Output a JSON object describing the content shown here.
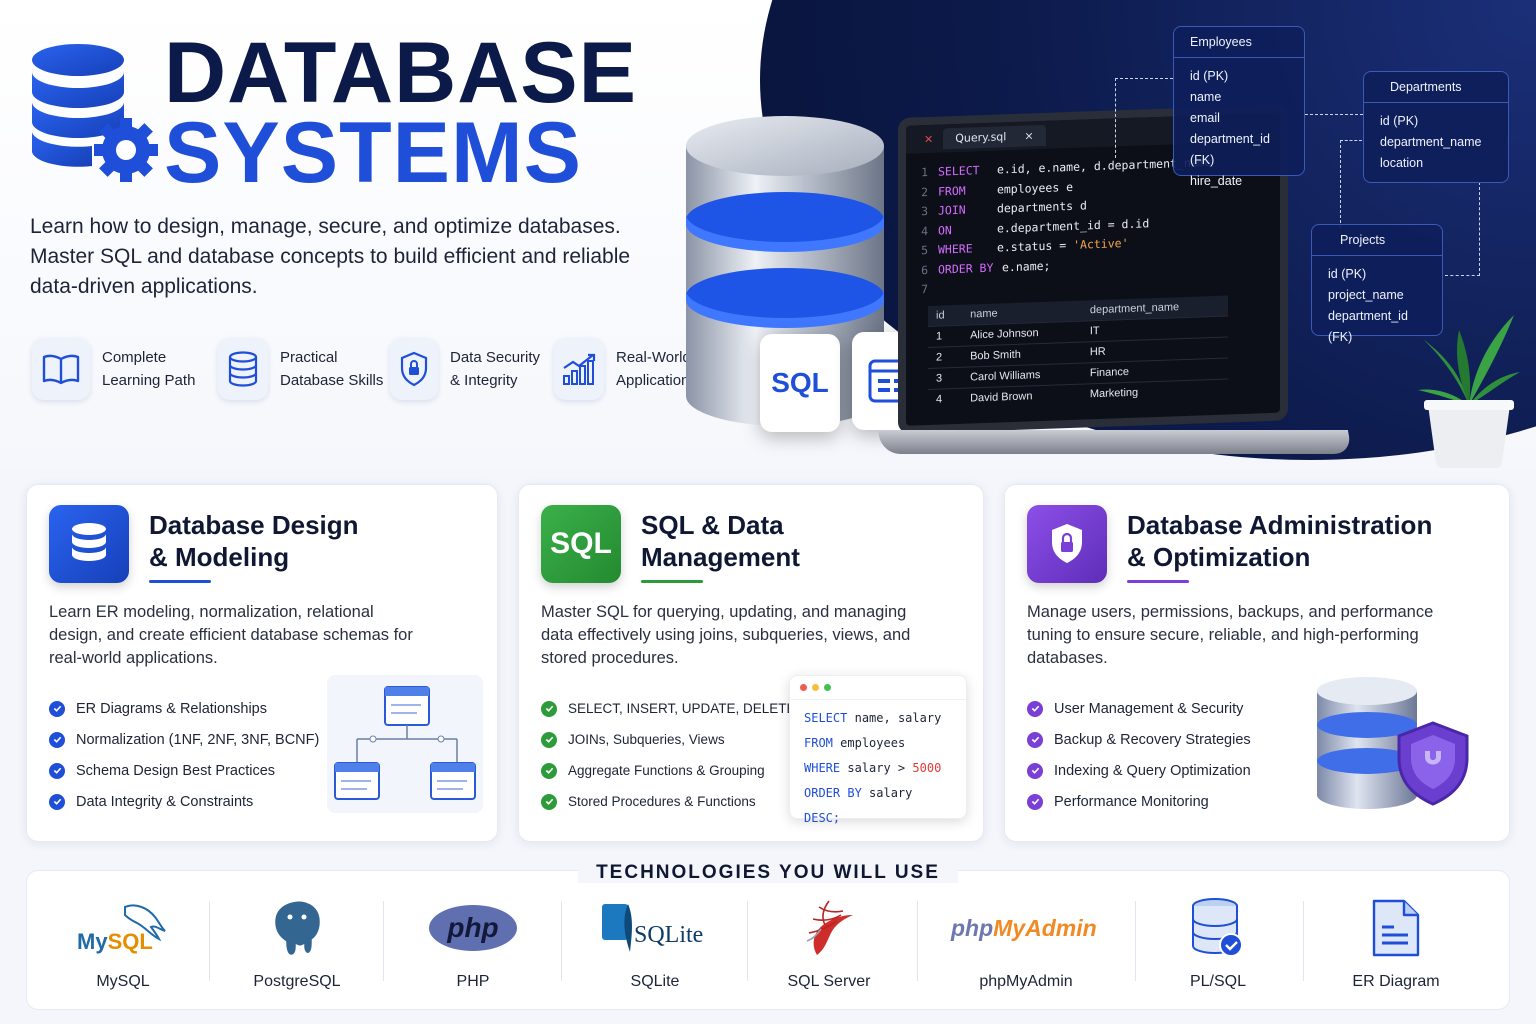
{
  "hero": {
    "title_line1": "DATABASE",
    "title_line2": "SYSTEMS",
    "description": "Learn how to design, manage, secure, and optimize databases. Master SQL and database concepts to build efficient and reliable data-driven applications.",
    "features": [
      {
        "label": "Complete\nLearning Path",
        "icon": "book-icon"
      },
      {
        "label": "Practical\nDatabase Skills",
        "icon": "database-icon"
      },
      {
        "label": "Data Security\n& Integrity",
        "icon": "shield-lock-icon"
      },
      {
        "label": "Real-World\nApplications",
        "icon": "chart-growth-icon"
      }
    ],
    "tiles": {
      "sql": "SQL"
    }
  },
  "editor": {
    "tab_label": "Query.sql",
    "tab_close": "×",
    "line_numbers": [
      "1",
      "2",
      "3",
      "4",
      "5",
      "6",
      "7"
    ],
    "code": [
      {
        "kw": "SELECT",
        "rest": "e.id, e.name, d.department_name"
      },
      {
        "kw": "FROM",
        "rest": "employees e"
      },
      {
        "kw": "JOIN",
        "rest": "departments d"
      },
      {
        "kw": "ON",
        "rest": "e.department_id = d.id"
      },
      {
        "kw": "WHERE",
        "rest": "e.status = ",
        "str": "'Active'"
      },
      {
        "kw": "ORDER BY",
        "rest": "e.name;"
      }
    ],
    "result_headers": [
      "id",
      "name",
      "department_name"
    ],
    "result_rows": [
      [
        "1",
        "Alice Johnson",
        "IT"
      ],
      [
        "2",
        "Bob Smith",
        "HR"
      ],
      [
        "3",
        "Carol Williams",
        "Finance"
      ],
      [
        "4",
        "David Brown",
        "Marketing"
      ]
    ]
  },
  "er": {
    "employees": {
      "title": "Employees",
      "fields": [
        "id (PK)",
        "name",
        "email",
        "department_id (FK)",
        "hire_date"
      ]
    },
    "departments": {
      "title": "Departments",
      "fields": [
        "id (PK)",
        "department_name",
        "location"
      ]
    },
    "projects": {
      "title": "Projects",
      "fields": [
        "id (PK)",
        "project_name",
        "department_id (FK)"
      ]
    }
  },
  "cards": [
    {
      "title": "Database Design\n& Modeling",
      "description": "Learn ER modeling, normalization, relational design, and create efficient database schemas for real-world applications.",
      "items": [
        "ER Diagrams & Relationships",
        "Normalization (1NF, 2NF, 3NF, BCNF)",
        "Schema Design Best Practices",
        "Data Integrity & Constraints"
      ],
      "color": "#1f4fd8"
    },
    {
      "title": "SQL & Data\nManagement",
      "icon_text": "SQL",
      "description": "Master SQL for querying, updating, and managing data effectively using joins, subqueries, views, and stored procedures.",
      "items": [
        "SELECT, INSERT, UPDATE, DELETE",
        "JOINs, Subqueries, Views",
        "Aggregate Functions & Grouping",
        "Stored Procedures & Functions"
      ],
      "color": "#2e9b3a",
      "snippet": [
        {
          "k": "SELECT",
          "t": "name, salary"
        },
        {
          "k": "FROM",
          "t": "employees"
        },
        {
          "k": "WHERE",
          "t": "salary > ",
          "n": "5000"
        },
        {
          "k": "ORDER BY",
          "t": "salary",
          "k2": "DESC;"
        }
      ]
    },
    {
      "title": "Database Administration\n& Optimization",
      "description": "Manage users, permissions, backups, and performance tuning to ensure secure, reliable, and high-performing databases.",
      "items": [
        "User Management & Security",
        "Backup & Recovery Strategies",
        "Indexing & Query Optimization",
        "Performance Monitoring"
      ],
      "color": "#7a3fd6"
    }
  ],
  "technologies": {
    "title": "TECHNOLOGIES YOU WILL USE",
    "items": [
      {
        "name": "MySQL",
        "logo_text": "MySQL"
      },
      {
        "name": "PostgreSQL"
      },
      {
        "name": "PHP",
        "logo_text": "php"
      },
      {
        "name": "SQLite",
        "logo_text": "SQLite"
      },
      {
        "name": "SQL Server"
      },
      {
        "name": "phpMyAdmin",
        "logo_text": "phpMyAdmin"
      },
      {
        "name": "PL/SQL"
      },
      {
        "name": "ER Diagram"
      }
    ]
  }
}
